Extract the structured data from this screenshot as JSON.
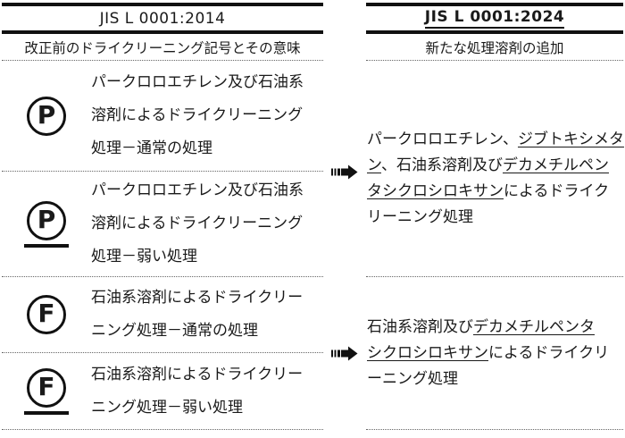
{
  "left": {
    "title": "JIS L 0001:2014",
    "subtitle": "改正前のドライクリーニング記号とその意味",
    "rows": [
      {
        "symbol": "P",
        "mild_underline": false,
        "lines": [
          "パークロロエチレン及び石油系",
          "溶剤によるドライクリーニング",
          "処理－通常の処理"
        ]
      },
      {
        "symbol": "P",
        "mild_underline": true,
        "lines": [
          "パークロロエチレン及び石油系",
          "溶剤によるドライクリーニング",
          "処理－弱い処理"
        ]
      },
      {
        "symbol": "F",
        "mild_underline": false,
        "lines": [
          "石油系溶剤によるドライクリー",
          "ニング処理－通常の処理"
        ]
      },
      {
        "symbol": "F",
        "mild_underline": true,
        "lines": [
          "石油系溶剤によるドライクリー",
          "ニング処理－弱い処理"
        ]
      }
    ]
  },
  "right": {
    "title": "JIS L 0001:2024",
    "subtitle": "新たな処理溶剤の追加",
    "sections": [
      {
        "lines": [
          [
            {
              "t": "パークロロエチレン、"
            },
            {
              "t": "ジブトキシメタ",
              "u": true
            }
          ],
          [
            {
              "t": "ン",
              "u": true
            },
            {
              "t": "、石油系溶剤及び"
            },
            {
              "t": "デカメチルペン",
              "u": true
            }
          ],
          [
            {
              "t": "タシクロシロキサン",
              "u": true
            },
            {
              "t": "によるドライク"
            }
          ],
          [
            {
              "t": "リーニング処理"
            }
          ]
        ]
      },
      {
        "lines": [
          [
            {
              "t": "石油系溶剤及び"
            },
            {
              "t": "デカメチルペンタ",
              "u": true
            }
          ],
          [
            {
              "t": "シクロシロキサン",
              "u": true
            },
            {
              "t": "によるドライクリ"
            }
          ],
          [
            {
              "t": "ーニング処理"
            }
          ]
        ]
      }
    ]
  },
  "arrows": [
    {
      "icon": "striped-right-arrow-icon"
    },
    {
      "icon": "striped-right-arrow-icon"
    }
  ],
  "colors": {
    "ink": "#1a1a1a",
    "bar": "#111111",
    "dotted": "#666666",
    "background": "#ffffff"
  }
}
